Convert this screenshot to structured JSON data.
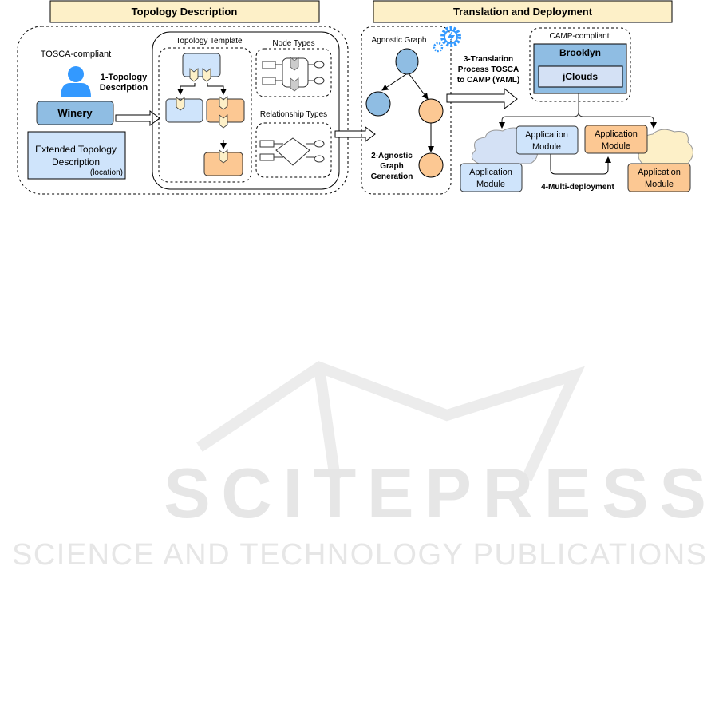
{
  "left_panel": {
    "header": "Topology Description",
    "tosca_label": "TOSCA-compliant",
    "step1": [
      "1-Topology",
      "Description"
    ],
    "winery": "Winery",
    "extended": [
      "Extended Topology",
      "Description",
      "(location)"
    ],
    "topology_template": "Topology Template",
    "node_types": "Node Types",
    "relationship_types": "Relationship Types"
  },
  "right_panel": {
    "header": "Translation and Deployment",
    "agnostic_graph": "Agnostic Graph",
    "step2": [
      "2-Agnostic",
      "Graph",
      "Generation"
    ],
    "step3": [
      "3-Translation",
      "Process TOSCA",
      "to CAMP (YAML)"
    ],
    "camp_label": "CAMP-compliant",
    "brooklyn": "Brooklyn",
    "jclouds": "jClouds",
    "module_line1": "Application",
    "module_line2": "Module",
    "step4": "4-Multi-deployment"
  },
  "watermark": {
    "title": "SCITEPRESS",
    "subtitle": "SCIENCE AND TECHNOLOGY PUBLICATIONS"
  },
  "colors": {
    "header_bg": "#fdf0c8",
    "blue_light": "#cfe4fb",
    "blue_mid": "#8fbde3",
    "orange": "#fcc893",
    "person": "#3399ff"
  }
}
